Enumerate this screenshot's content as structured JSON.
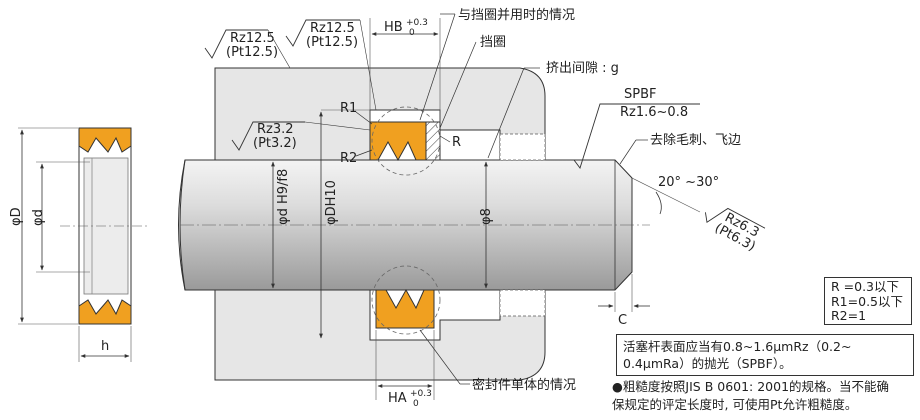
{
  "labels": {
    "dim_D": "φD",
    "dim_d": "φd",
    "dim_h": "h",
    "dim_dH9f8": "φd H9/f8",
    "dim_DH10": "φDH10",
    "dim_phi8": "φ8",
    "dim_C": "C",
    "HB": "HB",
    "HB_tol_top": "+0.3",
    "HB_tol_bot": "0",
    "HA": "HA",
    "HA_tol_top": "+0.3",
    "HA_tol_bot": "0",
    "R1": "R1",
    "R2": "R2",
    "R": "R",
    "angle": "20° ~30°",
    "callout_backup_case": "与挡圈并用时的情况",
    "callout_backup_ring": "挡圈",
    "callout_gap": "挤出间隙 : g",
    "callout_spbf": "SPBF",
    "callout_rz16": "Rz1.6~0.8",
    "callout_deburr": "去除毛刺、飞边",
    "callout_seal_only": "密封件单体的情况",
    "rough_top_left": [
      "Rz12.5",
      "(Pt12.5)"
    ],
    "rough_top_right": [
      "Rz12.5",
      "(Pt12.5)"
    ],
    "rough_mid": [
      "Rz3.2",
      "(Pt3.2)"
    ],
    "rough_chamfer": [
      "Rz6.3",
      "(Pt6.3)"
    ]
  },
  "r_box": [
    "R =0.3以下",
    "R1=0.5以下",
    "R2=1"
  ],
  "surface_note": [
    "活塞杆表面应当有0.8~1.6μmRz（0.2~",
    "0.4μmRa）的抛光（SPBF）。"
  ],
  "footnote": [
    "●粗糙度按照JIS B 0601: 2001的规格。当不能确",
    "保规定的评定长度时, 可使用Pt允许粗糙度。"
  ],
  "colors": {
    "seal": "#f0a020",
    "housing": "#e6e6e6",
    "rod": "#d8d8d8",
    "line": "#333333"
  }
}
